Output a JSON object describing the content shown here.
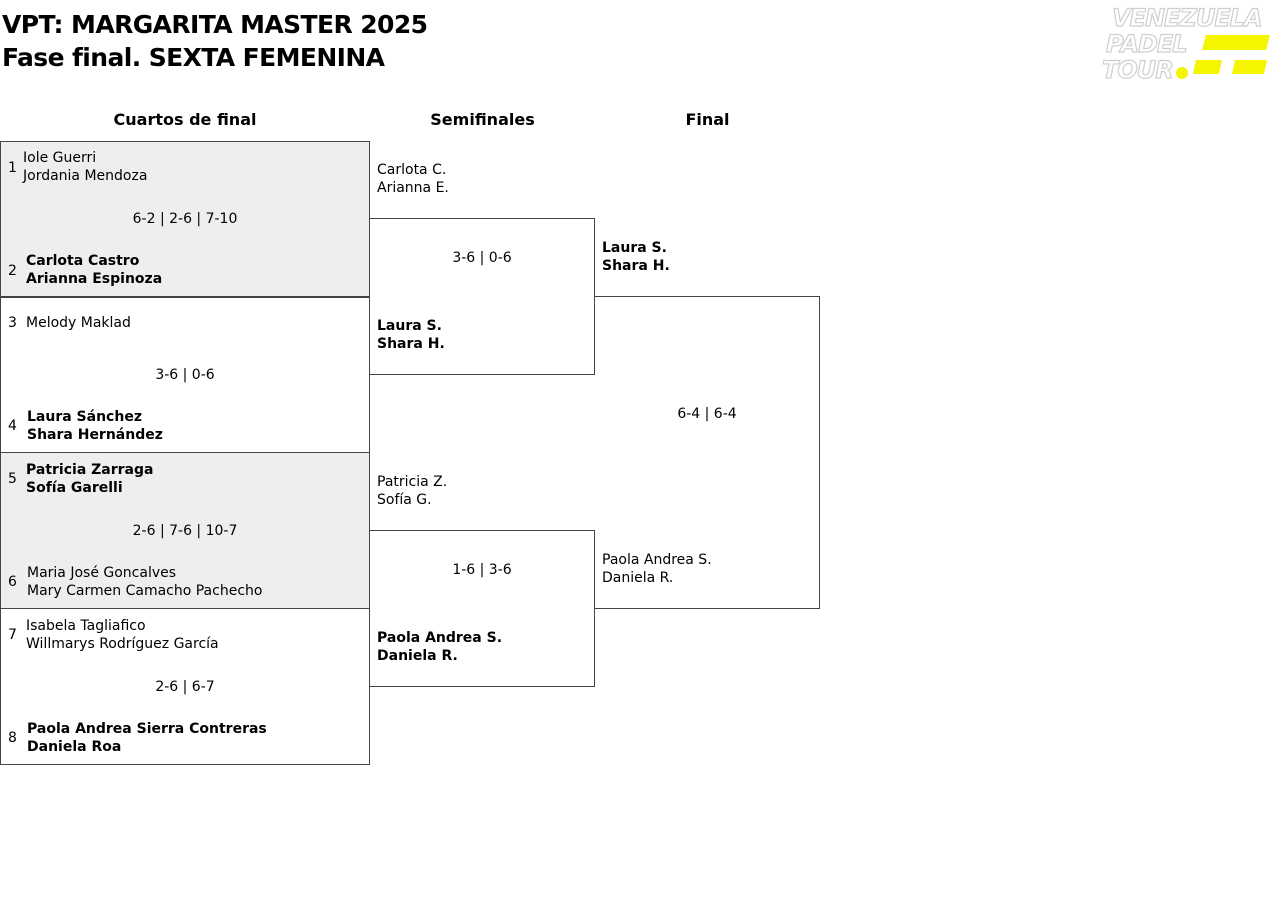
{
  "header": {
    "title_line1": "VPT: MARGARITA MASTER 2025",
    "title_line2": "Fase final. SEXTA FEMENINA",
    "logo": {
      "line1": "VENEZUELA",
      "line2": "PADEL",
      "line3": "TOUR",
      "accent_color": "#f5f500",
      "text_color": "#d9d9d9"
    }
  },
  "rounds": {
    "quarterfinals": "Cuartos de final",
    "semifinals": "Semifinales",
    "final": "Final"
  },
  "quarterfinals": [
    {
      "top": {
        "seed": "1",
        "player1": "Iole Guerri",
        "player2": "Jordania Mendoza",
        "winner": false
      },
      "score": "6-2 | 2-6 | 7-10",
      "bottom": {
        "seed": "2",
        "player1": "Carlota Castro",
        "player2": "Arianna Espinoza",
        "winner": true
      }
    },
    {
      "top": {
        "seed": "3",
        "player1": "Melody Maklad",
        "player2": "",
        "winner": false
      },
      "score": "3-6 | 0-6",
      "bottom": {
        "seed": "4",
        "player1": "Laura Sánchez",
        "player2": "Shara Hernández",
        "winner": true
      }
    },
    {
      "top": {
        "seed": "5",
        "player1": "Patricia Zarraga",
        "player2": "Sofía Garelli",
        "winner": true
      },
      "score": "2-6 | 7-6 | 10-7",
      "bottom": {
        "seed": "6",
        "player1": "Maria José Goncalves",
        "player2": "Mary Carmen Camacho Pachecho",
        "winner": false
      }
    },
    {
      "top": {
        "seed": "7",
        "player1": "Isabela Tagliafico",
        "player2": "Willmarys Rodríguez García",
        "winner": false
      },
      "score": "2-6 | 6-7",
      "bottom": {
        "seed": "8",
        "player1": "Paola Andrea Sierra Contreras",
        "player2": "Daniela Roa",
        "winner": true
      }
    }
  ],
  "semifinals": [
    {
      "top": {
        "player1": "Carlota C.",
        "player2": "Arianna E.",
        "winner": false
      },
      "score": "3-6 | 0-6",
      "bottom": {
        "player1": "Laura S.",
        "player2": "Shara H.",
        "winner": true
      }
    },
    {
      "top": {
        "player1": "Patricia Z.",
        "player2": "Sofía G.",
        "winner": false
      },
      "score": "1-6 | 3-6",
      "bottom": {
        "player1": "Paola Andrea S.",
        "player2": "Daniela R.",
        "winner": true
      }
    }
  ],
  "final": {
    "top": {
      "player1": "Laura S.",
      "player2": "Shara H.",
      "winner": true
    },
    "score": "6-4 | 6-4",
    "bottom": {
      "player1": "Paola Andrea S.",
      "player2": "Daniela R.",
      "winner": false
    }
  }
}
